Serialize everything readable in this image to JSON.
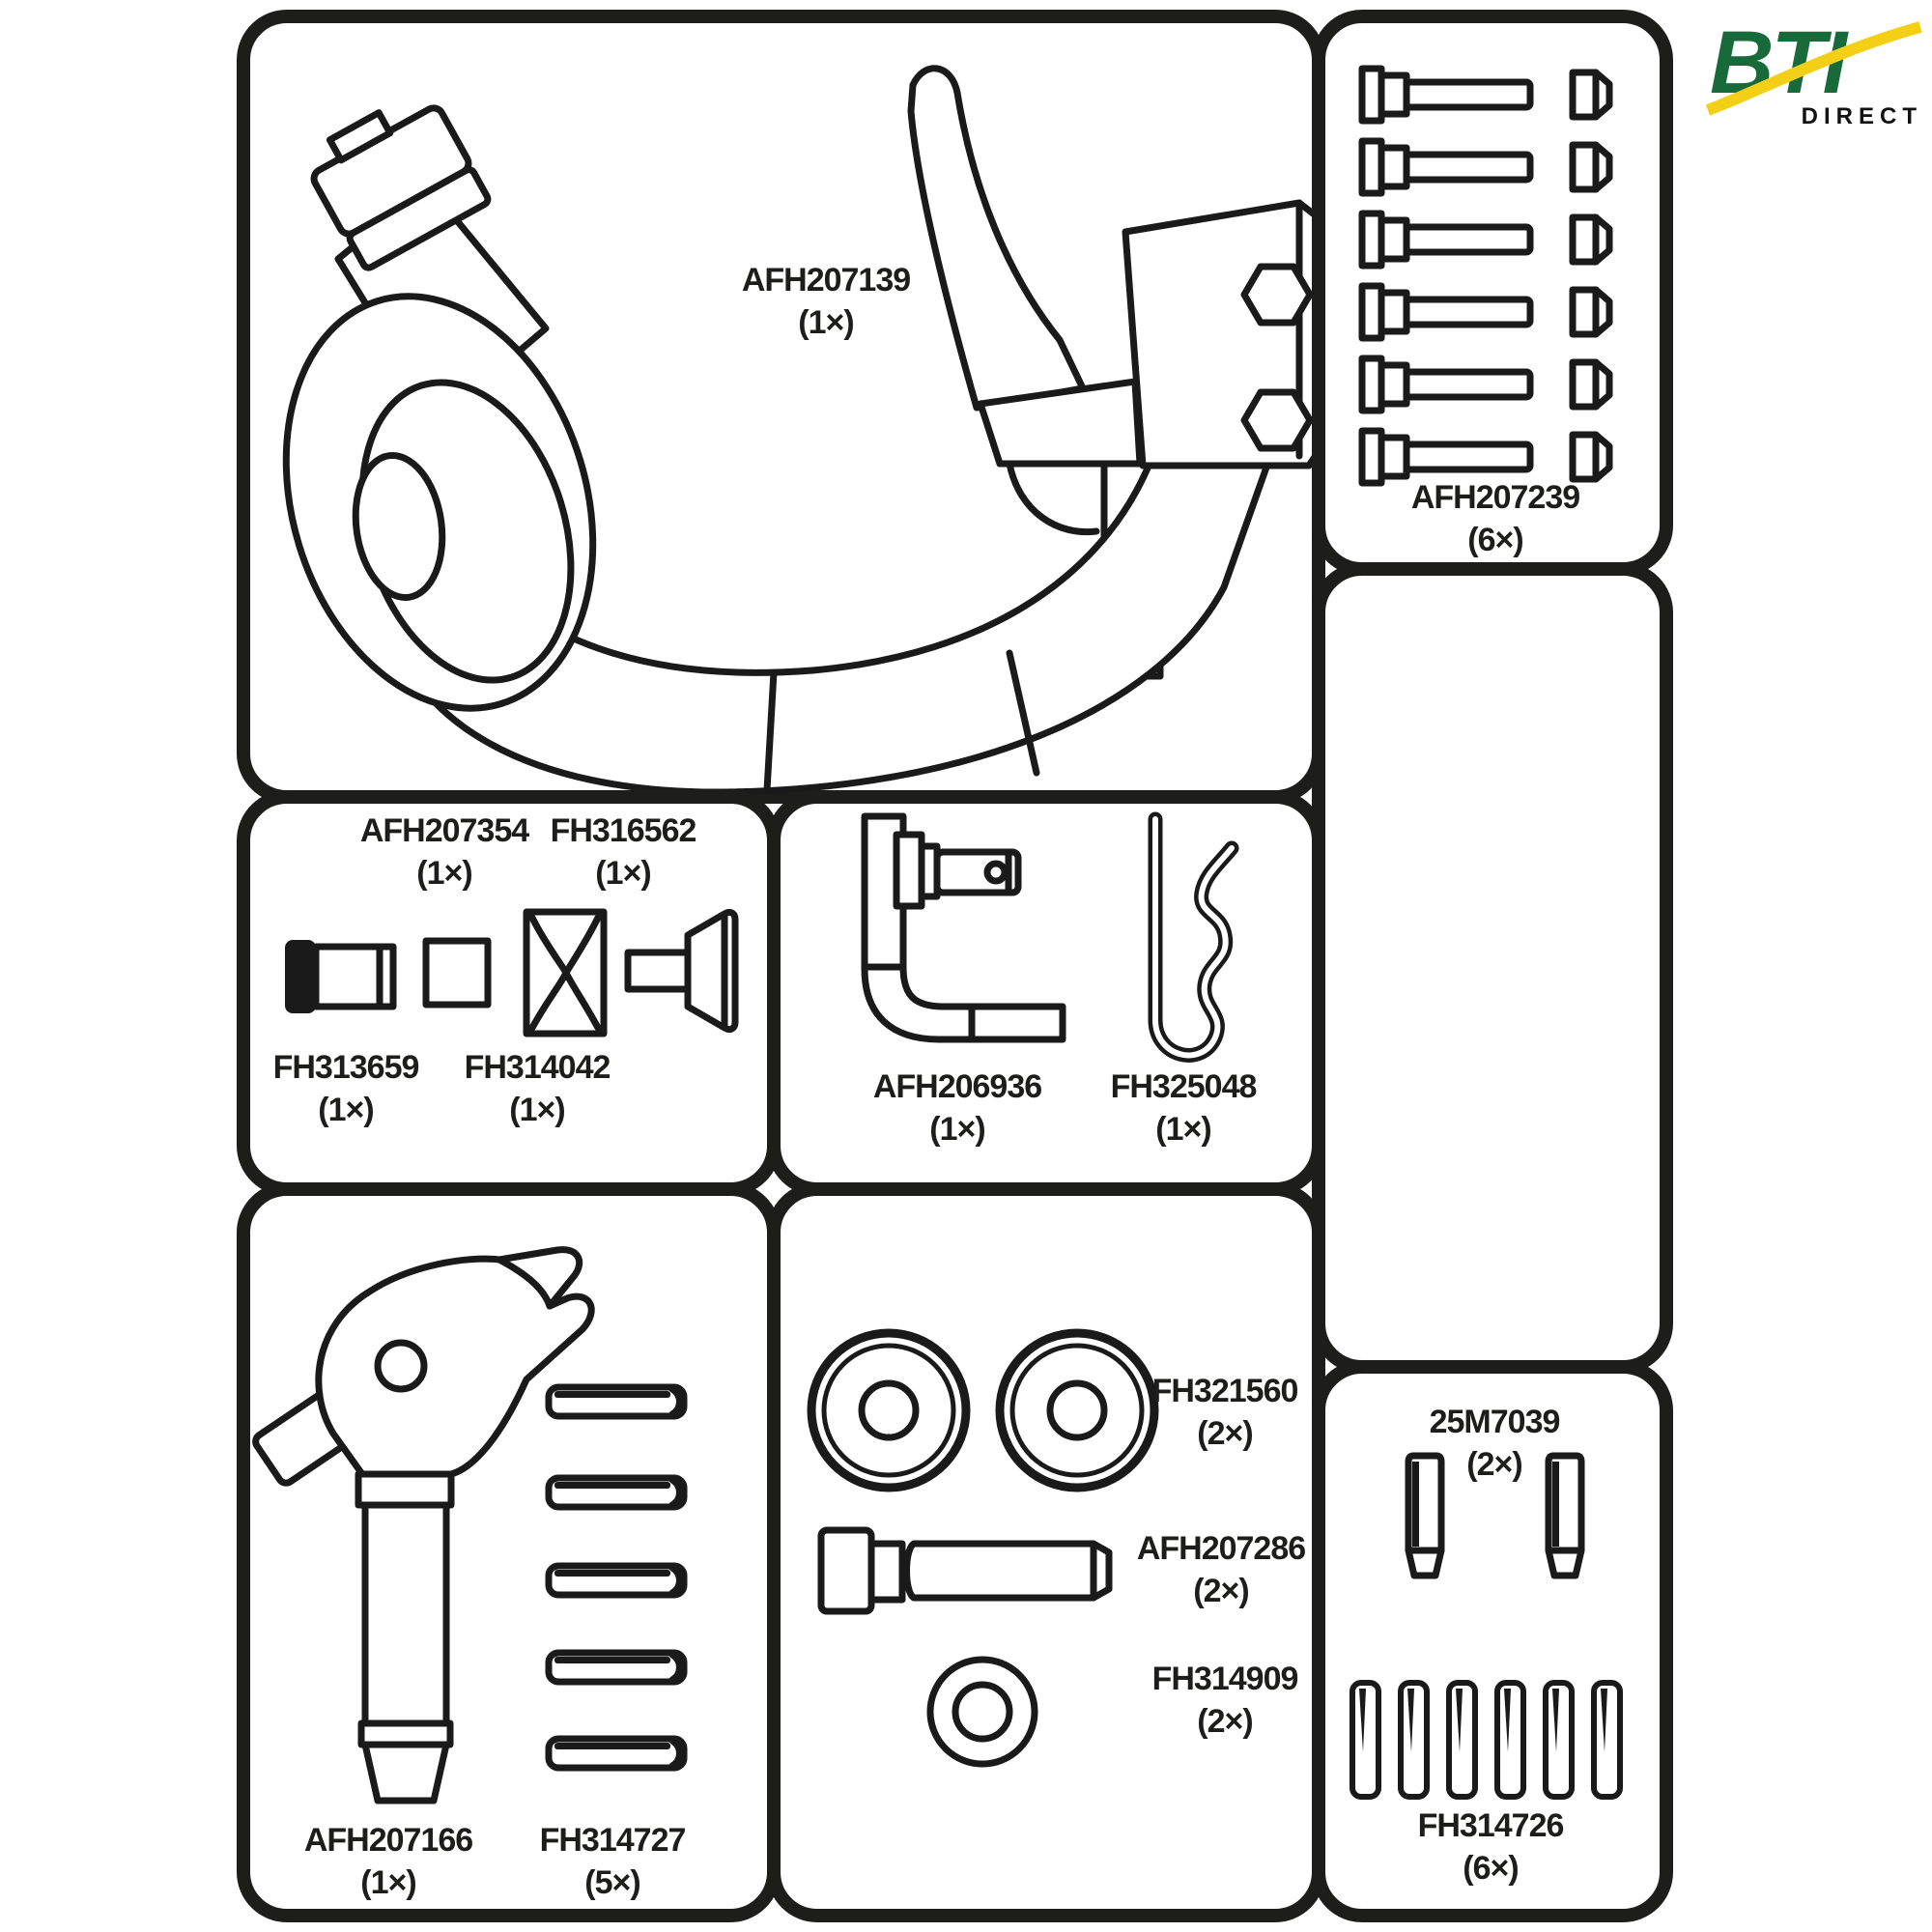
{
  "page": {
    "background": "#ffffff"
  },
  "logo": {
    "brand": "BTI",
    "subtitle": "DIRECT",
    "brand_color": "#186a3b",
    "swoosh_color": "#f3d016",
    "subtitle_color": "#121212"
  },
  "style": {
    "panel_border_color": "#1d1d1b",
    "line_color": "#1a1a1a",
    "label_color": "#1d1d1b"
  },
  "panels": {
    "hook": {
      "parts": [
        {
          "number": "AFH207139",
          "qty": "(1×)"
        }
      ]
    },
    "bolts": {
      "bolt_count": 6,
      "parts": [
        {
          "number": "AFH207239",
          "qty": "(6×)"
        }
      ]
    },
    "small_hardware": {
      "parts": [
        {
          "number": "AFH207354",
          "qty": "(1×)"
        },
        {
          "number": "FH316562",
          "qty": "(1×)"
        },
        {
          "number": "FH313659",
          "qty": "(1×)"
        },
        {
          "number": "FH314042",
          "qty": "(1×)"
        }
      ]
    },
    "pin_and_clip": {
      "parts": [
        {
          "number": "AFH206936",
          "qty": "(1×)"
        },
        {
          "number": "FH325048",
          "qty": "(1×)"
        }
      ]
    },
    "latch_and_pins": {
      "roll_pin_count": 5,
      "parts": [
        {
          "number": "AFH207166",
          "qty": "(1×)"
        },
        {
          "number": "FH314727",
          "qty": "(5×)"
        }
      ]
    },
    "bushings_bolt_washer": {
      "parts": [
        {
          "number": "FH321560",
          "qty": "(2×)"
        },
        {
          "number": "AFH207286",
          "qty": "(2×)"
        },
        {
          "number": "FH314909",
          "qty": "(2×)"
        }
      ]
    },
    "dowel_pins": {
      "dowel_count": 2,
      "roll_pin_count": 6,
      "parts": [
        {
          "number": "25M7039",
          "qty": "(2×)"
        },
        {
          "number": "FH314726",
          "qty": "(6×)"
        }
      ]
    }
  }
}
